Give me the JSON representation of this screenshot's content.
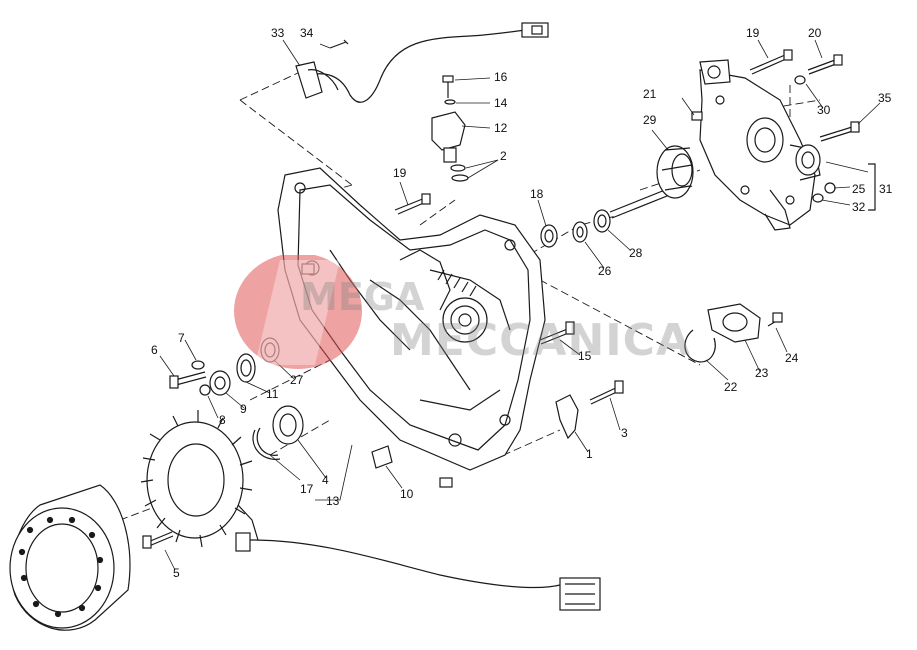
{
  "diagram": {
    "callouts": [
      {
        "id": "33",
        "label": "33"
      },
      {
        "id": "34",
        "label": "34"
      },
      {
        "id": "16",
        "label": "16"
      },
      {
        "id": "14",
        "label": "14"
      },
      {
        "id": "12",
        "label": "12"
      },
      {
        "id": "2",
        "label": "2"
      },
      {
        "id": "19a",
        "label": "19"
      },
      {
        "id": "18",
        "label": "18"
      },
      {
        "id": "26",
        "label": "26"
      },
      {
        "id": "28",
        "label": "28"
      },
      {
        "id": "29",
        "label": "29"
      },
      {
        "id": "21",
        "label": "21"
      },
      {
        "id": "19b",
        "label": "19"
      },
      {
        "id": "20",
        "label": "20"
      },
      {
        "id": "30",
        "label": "30"
      },
      {
        "id": "35",
        "label": "35"
      },
      {
        "id": "25",
        "label": "25"
      },
      {
        "id": "31",
        "label": "31"
      },
      {
        "id": "32",
        "label": "32"
      },
      {
        "id": "6",
        "label": "6"
      },
      {
        "id": "7",
        "label": "7"
      },
      {
        "id": "8",
        "label": "8"
      },
      {
        "id": "9",
        "label": "9"
      },
      {
        "id": "11",
        "label": "11"
      },
      {
        "id": "27",
        "label": "27"
      },
      {
        "id": "15",
        "label": "15"
      },
      {
        "id": "22",
        "label": "22"
      },
      {
        "id": "23",
        "label": "23"
      },
      {
        "id": "24",
        "label": "24"
      },
      {
        "id": "1",
        "label": "1"
      },
      {
        "id": "3",
        "label": "3"
      },
      {
        "id": "4",
        "label": "4"
      },
      {
        "id": "17",
        "label": "17"
      },
      {
        "id": "13",
        "label": "13"
      },
      {
        "id": "10",
        "label": "10"
      },
      {
        "id": "5",
        "label": "5"
      }
    ]
  },
  "watermark": {
    "line1": "MEGA",
    "line2": "MECCANICA",
    "color": "#d83a3a"
  },
  "colors": {
    "line": "#1a1a1a",
    "part_fill": "#ffffff",
    "shade": "#6f6f6f",
    "logo_red": "#e05555"
  }
}
